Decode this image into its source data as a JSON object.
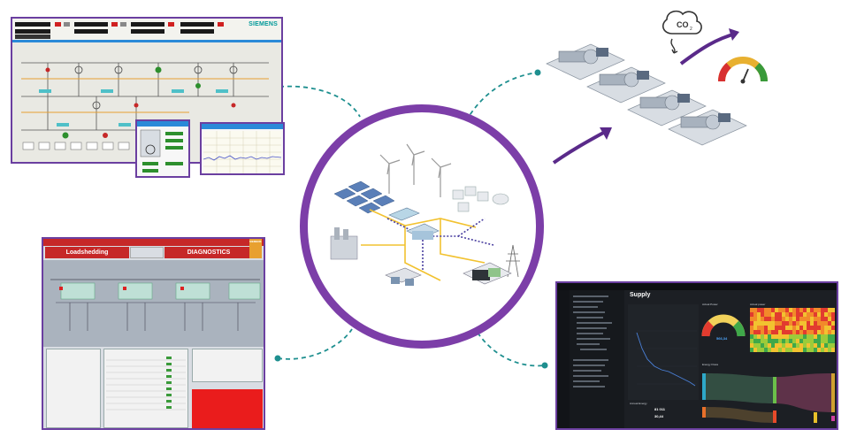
{
  "scada_panel": {
    "logo": "SIEMENS"
  },
  "diagnostics_panel": {
    "tab_left": "Loadshedding",
    "tab_right": "DIAGNOSTICS",
    "logo": "SIEMENS"
  },
  "dashboard_panel": {
    "title": "Supply",
    "gauge_value": "566,34",
    "gauge_title": "Actual Power",
    "heatmap_title": "Actual power",
    "sankey_title": "Energy Flows",
    "total_label": "Annual Energy",
    "total_a": "81 011",
    "total_b": "30,44"
  },
  "co2_icon": {
    "label": "CO",
    "subscript": "2"
  },
  "colors": {
    "accent_purple": "#7c3ea8",
    "connector_teal": "#1e8f8f",
    "panel_border": "#6b3fa0"
  }
}
